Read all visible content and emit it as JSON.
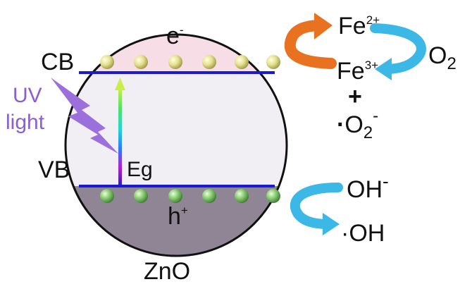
{
  "labels": {
    "cb": "CB",
    "vb": "VB",
    "electron": "e",
    "electron_sup": "-",
    "hole": "h",
    "hole_sup": "+",
    "eg": "Eg",
    "material": "ZnO",
    "uv_line1": "UV",
    "uv_line2": "light"
  },
  "reactions": {
    "fe2": "Fe",
    "fe2_sup": "2+",
    "fe3": "Fe",
    "fe3_sup": "3+",
    "o2": "O",
    "o2_sub": "2",
    "plus": "+",
    "superoxide_dot": "·",
    "superoxide_o": "O",
    "superoxide_sub": "2",
    "superoxide_sup": "-",
    "oh_minus": "OH",
    "oh_minus_sup": "-",
    "oh_radical": "·OH"
  },
  "colors": {
    "conduction_band_fill": "#f7dde6",
    "gap_fill": "#f1eef4",
    "valence_band_fill": "#8f8595",
    "band_line": "#1a1ad6",
    "circle_outline": "#111111",
    "electron_particle": "#eaea98",
    "hole_particle": "#8fcf74",
    "uv_bolt": "#9b6fdc",
    "orange_arrow": "#e8721f",
    "blue_arrow": "#3bb8e6"
  }
}
